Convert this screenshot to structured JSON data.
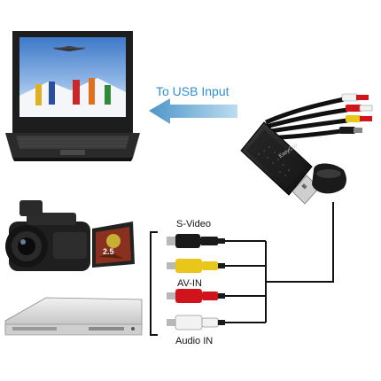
{
  "labels": {
    "usb_input": "To USB Input",
    "s_video": "S-Video",
    "av_in": "AV-IN",
    "audio_in": "Audio IN"
  },
  "camcorder": {
    "screen_readout": "2.5"
  },
  "capture_device": {
    "brand": "EasyCap"
  },
  "icons": {
    "arrow": "arrow-left-icon",
    "laptop": "laptop-icon",
    "camcorder": "camcorder-icon",
    "dvd_player": "dvd-player-icon",
    "usb_device": "usb-capture-device-icon"
  },
  "colors": {
    "arrow": "#5aa0d0",
    "connector_yellow": "#e8c61a",
    "connector_red": "#d0141c",
    "connector_white": "#f2f2f2",
    "connector_black": "#1a1a1a"
  }
}
